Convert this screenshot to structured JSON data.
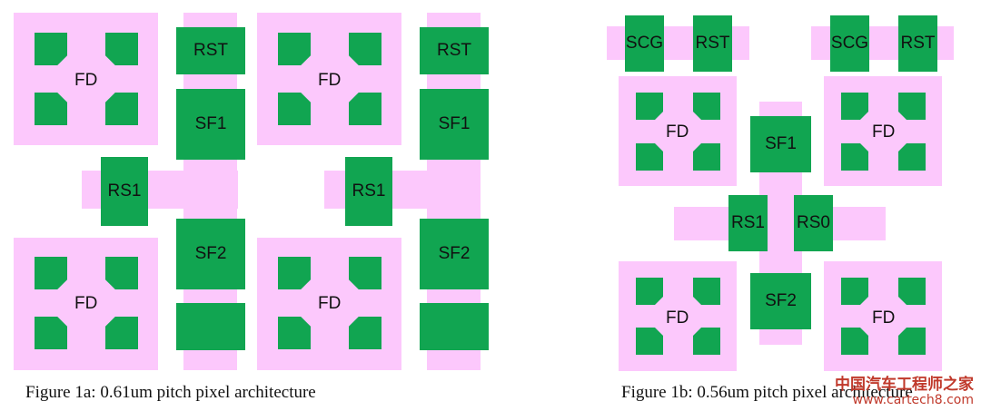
{
  "figure_a": {
    "caption": "Figure 1a: 0.61um pitch pixel architecture",
    "fd_label": "FD",
    "rst_label": "RST",
    "sf1_label": "SF1",
    "sf2_label": "SF2",
    "rs1_label": "RS1"
  },
  "figure_b": {
    "caption": "Figure 1b: 0.56um pitch pixel architecture",
    "fd_label": "FD",
    "scg_label": "SCG",
    "rst_label": "RST",
    "sf1_label": "SF1",
    "sf2_label": "SF2",
    "rs1_label": "RS1",
    "rs0_label": "RS0"
  },
  "watermark": {
    "line1": "中国汽车工程师之家",
    "line2": "www.cartech8.com"
  },
  "colors": {
    "pink": "#fcc8fc",
    "green": "#11a551"
  }
}
